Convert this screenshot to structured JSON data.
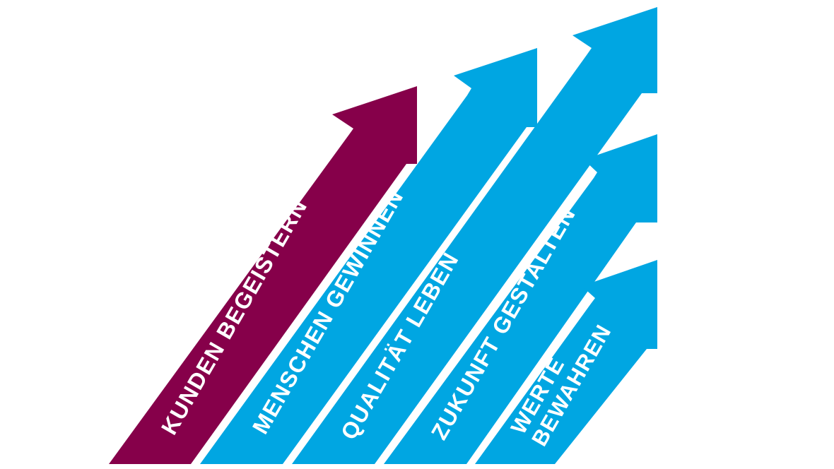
{
  "colors": {
    "background": "#ffffff",
    "primary_arrow": "#86004a",
    "secondary_arrow": "#00a6e2",
    "label_text": "#ffffff"
  },
  "arrows": [
    {
      "id": "kunden",
      "color_key": "primary_arrow",
      "lines": [
        "KUNDEN BEGEISTERN"
      ]
    },
    {
      "id": "menschen",
      "color_key": "secondary_arrow",
      "lines": [
        "MENSCHEN GEWINNEN"
      ]
    },
    {
      "id": "qualitaet",
      "color_key": "secondary_arrow",
      "lines": [
        "QUALITÄT LEBEN"
      ]
    },
    {
      "id": "zukunft",
      "color_key": "secondary_arrow",
      "lines": [
        "ZUKUNFT GESTALTEN"
      ]
    },
    {
      "id": "werte",
      "color_key": "secondary_arrow",
      "lines": [
        "WERTE",
        "BEWAHREN"
      ]
    }
  ]
}
